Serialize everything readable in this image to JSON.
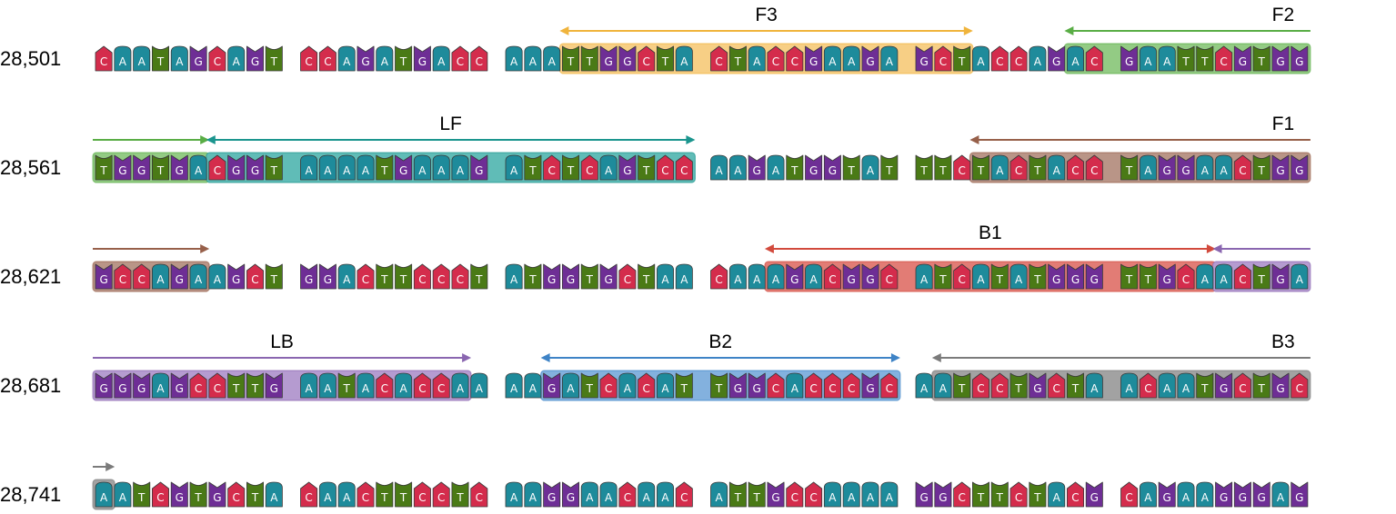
{
  "colors": {
    "A": "#1e8b9b",
    "C": "#d42c4c",
    "G": "#6e2e95",
    "T": "#4a7a16",
    "outline": "#3a3a3a",
    "text": "#000000",
    "base_text": "#ffffff"
  },
  "rows": [
    {
      "position": "28,501",
      "sequence": "CAATAGCAGTCCAGATGACCAAATTGGCTACTACCGAAGAGCTACCAGACGAATTCGTGG"
    },
    {
      "position": "28,561",
      "sequence": "TGGTGACGGTAAAATGAAAGATCTCAGTCCAAGATGGTATTTCTACTACCTAGGAACTGG"
    },
    {
      "position": "28,621",
      "sequence": "GCCAGAAGCTGGACTTCCCTATGGTGCTAACAAAGACGGCATCATATGGGTTGCAACTGA"
    },
    {
      "position": "28,681",
      "sequence": "GGGAGCCTTGAATACACCAAAAGATCACATTGGCACCCGCAATCCTGCTAACAATGCTGC"
    },
    {
      "position": "28,741",
      "sequence": "AATCGTGCTACAACTTCCTCAAGGAACAACATTGCCAAAAGGCTTCTACGCAGAAGGGAG"
    }
  ],
  "primers": [
    {
      "name": "F3",
      "color": "#f0b43c",
      "highlight": "#f7cf85",
      "row": 0,
      "start": 23,
      "end": 43,
      "direction": "both"
    },
    {
      "name": "F2",
      "color": "#59ad45",
      "highlight": "#93cb84",
      "row": 0,
      "start": 48,
      "end": 60,
      "direction": "left"
    },
    {
      "name": "",
      "color": "#59ad45",
      "highlight": "#93cb84",
      "row": 1,
      "start": 0,
      "end": 6,
      "direction": "right"
    },
    {
      "name": "LF",
      "color": "#1b958e",
      "highlight": "#60bcb7",
      "row": 1,
      "start": 6,
      "end": 30,
      "direction": "both"
    },
    {
      "name": "F1",
      "color": "#97604a",
      "highlight": "#b99587",
      "row": 1,
      "start": 43,
      "end": 60,
      "direction": "left"
    },
    {
      "name": "",
      "color": "#97604a",
      "highlight": "#b99587",
      "row": 2,
      "start": 0,
      "end": 6,
      "direction": "right"
    },
    {
      "name": "B1",
      "color": "#d24a3d",
      "highlight": "#e27c75",
      "row": 2,
      "start": 33,
      "end": 55,
      "direction": "both"
    },
    {
      "name": "",
      "color": "#8a66b0",
      "highlight": "#b59bd0",
      "row": 2,
      "start": 55,
      "end": 60,
      "direction": "left"
    },
    {
      "name": "LB",
      "color": "#8a66b0",
      "highlight": "#b59bd0",
      "row": 3,
      "start": 0,
      "end": 19,
      "direction": "right"
    },
    {
      "name": "B2",
      "color": "#3e83c6",
      "highlight": "#83b1de",
      "row": 3,
      "start": 22,
      "end": 40,
      "direction": "both"
    },
    {
      "name": "B3",
      "color": "#7b7b7b",
      "highlight": "#a2a2a2",
      "row": 3,
      "start": 41,
      "end": 60,
      "direction": "left"
    },
    {
      "name": "",
      "color": "#7b7b7b",
      "highlight": "#a2a2a2",
      "row": 4,
      "start": 0,
      "end": 1,
      "direction": "right"
    }
  ]
}
